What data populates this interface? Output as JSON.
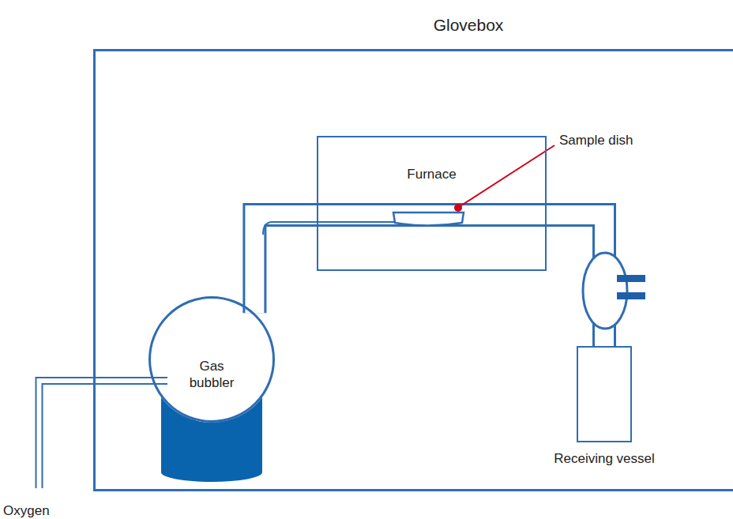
{
  "diagram": {
    "nodes": [
      {
        "text": [
          "Glovebox"
        ]
      },
      {
        "text": [
          "Furnace"
        ],
        "in": 0
      },
      {
        "text": [
          "Gas bubbler"
        ],
        "in": 0
      },
      {
        "text": [
          "Receiving vessel"
        ],
        "in": 0
      }
    ],
    "edges": [
      {
        "from": 2,
        "to": 1,
        "arrow": "none"
      },
      {
        "from": 1,
        "to": 3,
        "arrow": "none"
      }
    ],
    "labels": [
      "Sample dish",
      "Oxygen"
    ]
  }
}
